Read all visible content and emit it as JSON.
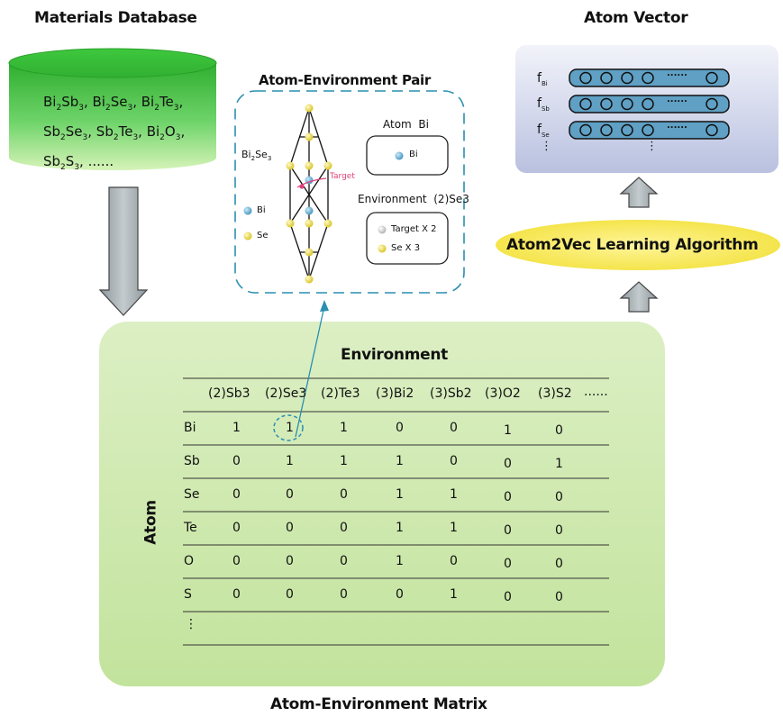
{
  "titles": {
    "database": "Materials Database",
    "pair": "Atom-Environment Pair",
    "vector": "Atom Vector",
    "matrix": "Atom-Environment Matrix",
    "algorithm": "Atom2Vec Learning Algorithm"
  },
  "database": {
    "lines": [
      [
        [
          "Bi",
          "2"
        ],
        [
          "Sb",
          "3"
        ],
        [
          ", Bi",
          ""
        ],
        [
          "",
          "2"
        ],
        [
          "Se",
          "3"
        ],
        [
          ", Bi",
          ""
        ],
        [
          "",
          "2"
        ],
        [
          "Te",
          "3"
        ],
        [
          ",",
          ""
        ]
      ],
      [
        [
          "Sb",
          "2"
        ],
        [
          "Se",
          ""
        ],
        [
          "",
          "3"
        ],
        [
          ", Sb",
          ""
        ],
        [
          "",
          "2"
        ],
        [
          "Te",
          "3"
        ],
        [
          ", Bi",
          ""
        ],
        [
          "",
          "2"
        ],
        [
          "O",
          "3"
        ],
        [
          ",",
          ""
        ]
      ],
      [
        [
          "Sb",
          "2"
        ],
        [
          "S",
          "3"
        ],
        [
          ", ......",
          ""
        ]
      ]
    ]
  },
  "pair": {
    "crystal_name": "Bi",
    "crystal_sub1": "2",
    "crystal_name2": "Se",
    "crystal_sub2": "3",
    "target_label": "Target",
    "legend": [
      "Bi",
      "Se"
    ],
    "atom_title": "Atom  Bi",
    "atom_item": "Bi",
    "env_title": "Environment  (2)Se3",
    "env_items": [
      "Target X 2",
      "Se X 3"
    ]
  },
  "vector": {
    "rows": [
      {
        "label": "f",
        "sub": "Bi"
      },
      {
        "label": "f",
        "sub": "Sb"
      },
      {
        "label": "f",
        "sub": "Se"
      }
    ],
    "ellipsis": "......",
    "more": "⋮"
  },
  "matrix": {
    "env_label": "Environment",
    "atom_label": "Atom",
    "columns": [
      "(2)Sb3",
      "(2)Se3",
      "(2)Te3",
      "(3)Bi2",
      "(3)Sb2",
      "(3)O2",
      "(3)S2",
      "......"
    ],
    "rows": [
      {
        "atom": "Bi",
        "values": [
          "1",
          "1",
          "1",
          "0",
          "0",
          "1",
          "0"
        ]
      },
      {
        "atom": "Sb",
        "values": [
          "0",
          "1",
          "1",
          "1",
          "0",
          "0",
          "1"
        ]
      },
      {
        "atom": "Se",
        "values": [
          "0",
          "0",
          "0",
          "1",
          "1",
          "0",
          "0"
        ]
      },
      {
        "atom": "Te",
        "values": [
          "0",
          "0",
          "0",
          "1",
          "1",
          "0",
          "0"
        ]
      },
      {
        "atom": "O",
        "values": [
          "0",
          "0",
          "0",
          "1",
          "0",
          "0",
          "0"
        ]
      },
      {
        "atom": "S",
        "values": [
          "0",
          "0",
          "0",
          "0",
          "1",
          "0",
          "0"
        ]
      }
    ],
    "more_rows": "⋮"
  },
  "colors": {
    "db_green": "#3fbf3f",
    "matrix_bg": "#d4ecb4",
    "vector_bg": "#cdd3ea",
    "atom_blue": "#5aa5cc",
    "atom_yellow": "#e6d238",
    "arrow_gray": "#9aa3a8",
    "target_pink": "#e0407a",
    "dash_blue": "#2a8fb0",
    "algo_yellow": "#f6e64a"
  }
}
